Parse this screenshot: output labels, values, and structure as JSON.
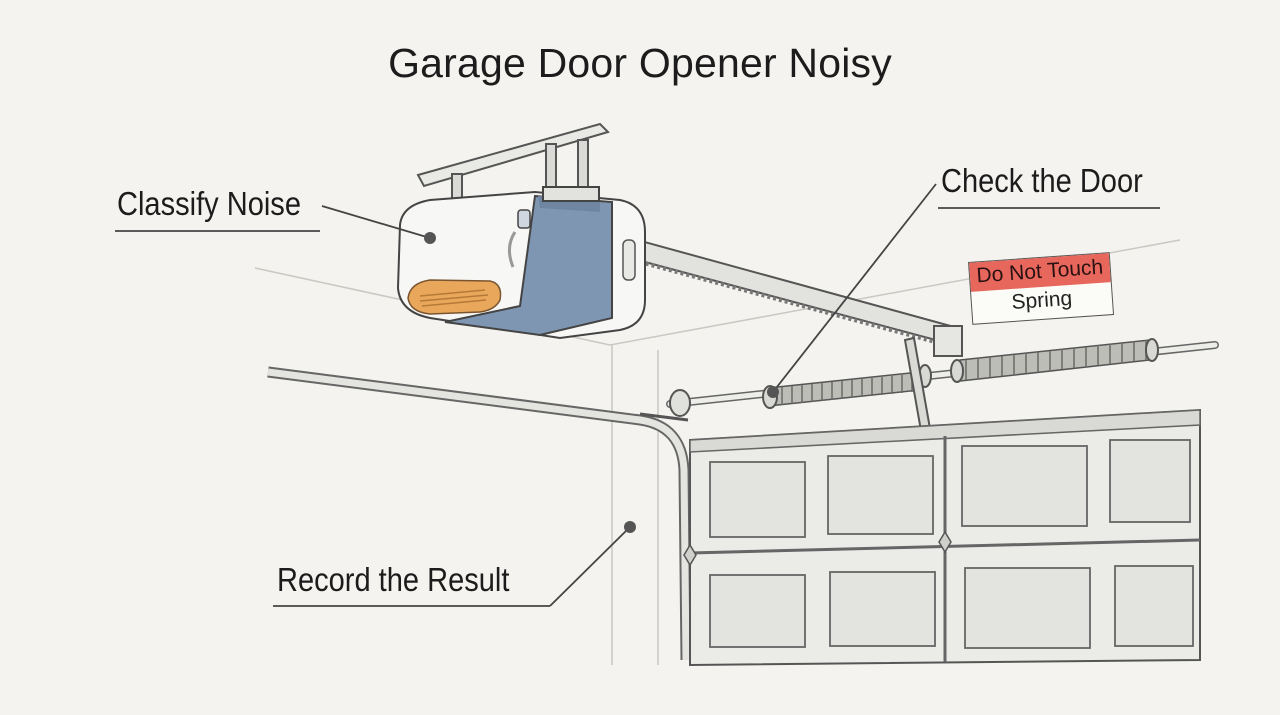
{
  "title": "Garage Door Opener Noisy",
  "callouts": {
    "classify": "Classify Noise",
    "check": "Check the Door",
    "record": "Record the Result"
  },
  "warning_sign": {
    "line1": "Do Not Touch",
    "line2": "Spring"
  },
  "colors": {
    "background": "#f4f3ef",
    "opener_blue": "#7f96b3",
    "light_lens": "#e8a75b",
    "warning_red": "#e8675d",
    "ink": "#2a2a2a"
  }
}
